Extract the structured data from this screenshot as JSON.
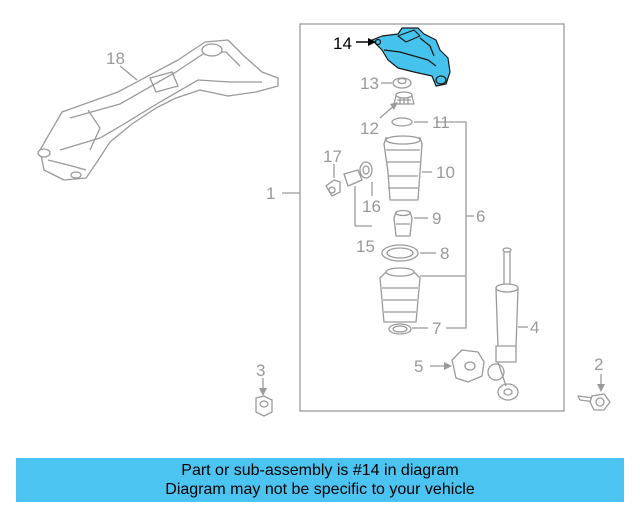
{
  "diagram": {
    "callouts": {
      "c1": "1",
      "c2": "2",
      "c3": "3",
      "c4": "4",
      "c5": "5",
      "c6": "6",
      "c7": "7",
      "c8": "8",
      "c9": "9",
      "c10": "10",
      "c11": "11",
      "c12": "12",
      "c13": "13",
      "c14": "14",
      "c15": "15",
      "c16": "16",
      "c17": "17",
      "c18": "18"
    },
    "highlighted_part": "14",
    "highlight_color": "#45c3ec",
    "line_color": "#9a9a9a"
  },
  "banner": {
    "line1": "Part or sub-assembly is #14 in diagram",
    "line2": "Diagram may not be specific to your vehicle",
    "color": "#4cc4f2"
  }
}
